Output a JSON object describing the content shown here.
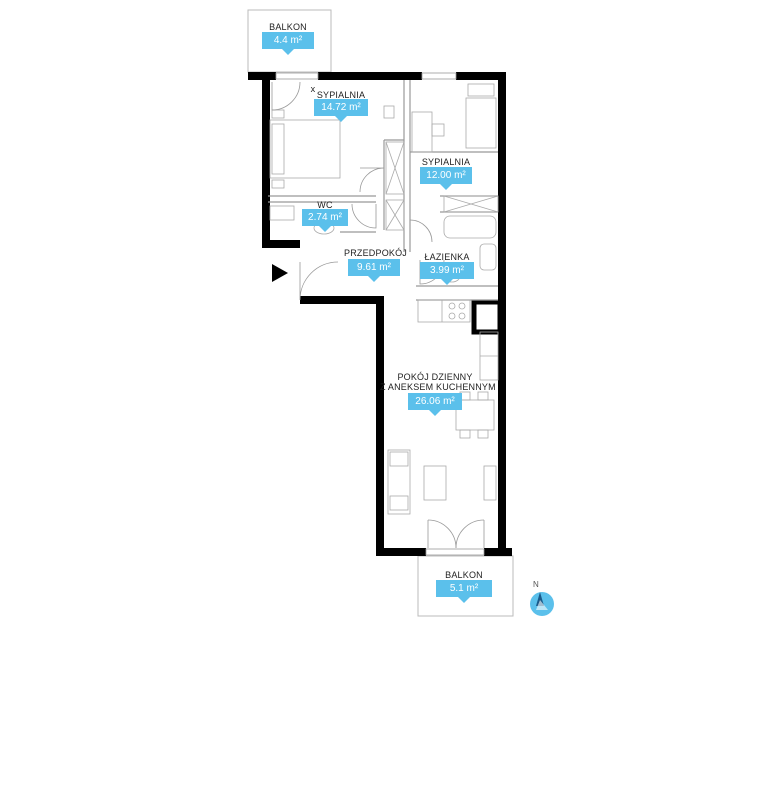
{
  "plan": {
    "rooms": [
      {
        "id": "balkon-top",
        "name": "BALKON",
        "area": "4.4 m²"
      },
      {
        "id": "sypialnia-1",
        "name": "SYPIALNIA",
        "area": "14.72 m²"
      },
      {
        "id": "sypialnia-2",
        "name": "SYPIALNIA",
        "area": "12.00 m²"
      },
      {
        "id": "wc",
        "name": "WC",
        "area": "2.74 m²"
      },
      {
        "id": "przedpokoj",
        "name": "PRZEDPOKÓJ",
        "area": "9.61 m²"
      },
      {
        "id": "lazienka",
        "name": "ŁAZIENKA",
        "area": "3.99 m²"
      },
      {
        "id": "pokoj-dzienny",
        "name_line1": "POKÓJ DZIENNY",
        "name_line2": "Z ANEKSEM KUCHENNYM",
        "area": "26.06 m²"
      },
      {
        "id": "balkon-bottom",
        "name": "BALKON",
        "area": "5.1 m²"
      }
    ],
    "marker_x": "x",
    "compass_label": "N",
    "colors": {
      "wall": "#000000",
      "accent": "#5bc0eb",
      "line": "#999999"
    }
  }
}
